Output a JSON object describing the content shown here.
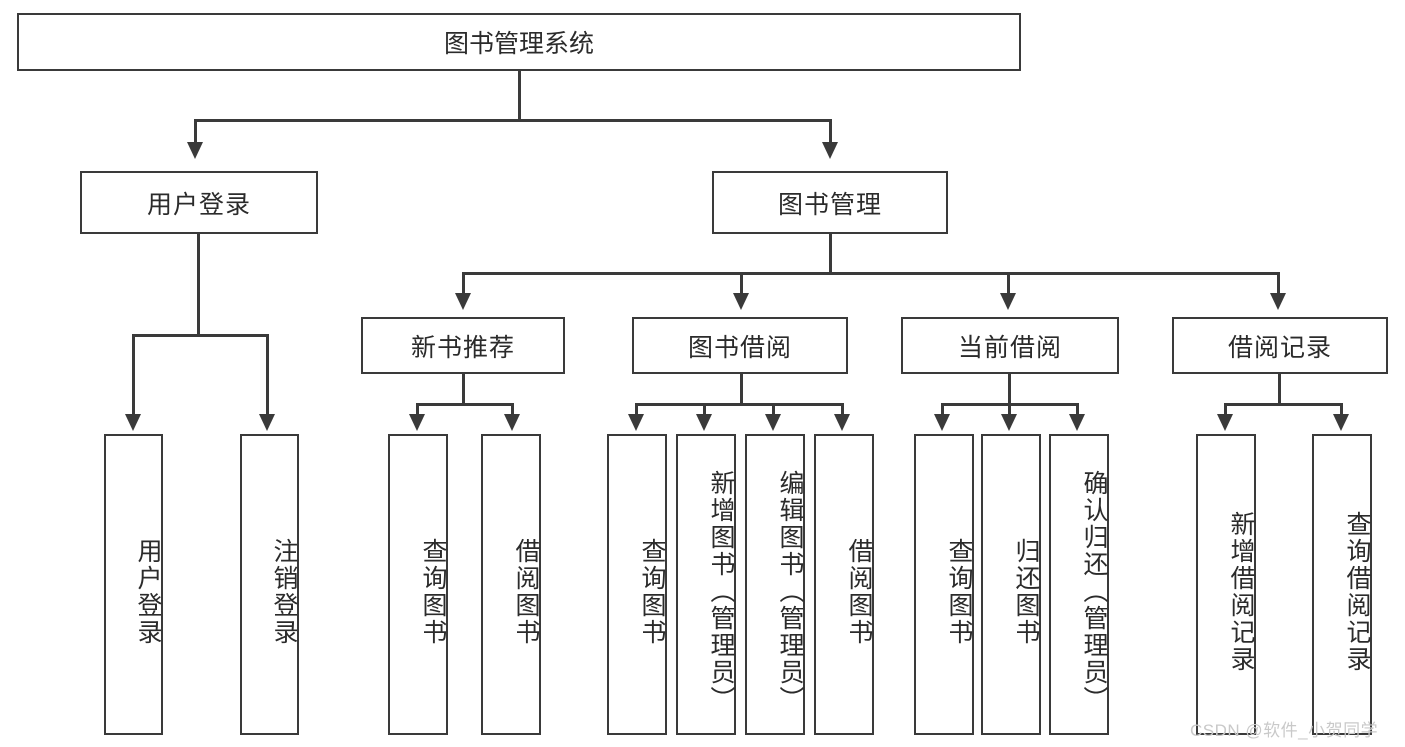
{
  "diagram": {
    "type": "tree",
    "title": "图书管理系统",
    "root": {
      "label": "图书管理系统"
    },
    "level2": [
      {
        "label": "用户登录"
      },
      {
        "label": "图书管理"
      }
    ],
    "level3": [
      {
        "label": "新书推荐"
      },
      {
        "label": "图书借阅"
      },
      {
        "label": "当前借阅"
      },
      {
        "label": "借阅记录"
      }
    ],
    "leaves": {
      "user_login": [
        {
          "label": "用户登录"
        },
        {
          "label": "注销登录"
        }
      ],
      "new_book_recommend": [
        {
          "label": "查询图书"
        },
        {
          "label": "借阅图书"
        }
      ],
      "book_borrow": [
        {
          "label": "查询图书"
        },
        {
          "label": "新增图书（管理员）"
        },
        {
          "label": "编辑图书（管理员）"
        },
        {
          "label": "借阅图书"
        }
      ],
      "current_borrow": [
        {
          "label": "查询图书"
        },
        {
          "label": "归还图书"
        },
        {
          "label": "确认归还（管理员）"
        }
      ],
      "borrow_record": [
        {
          "label": "新增借阅记录"
        },
        {
          "label": "查询借阅记录"
        }
      ]
    }
  },
  "watermark": {
    "text": "CSDN @软件_小贺同学"
  },
  "colors": {
    "stroke": "#3a3a3a",
    "text": "#2b2b2b",
    "background": "#ffffff",
    "watermark": "#c9c9c9"
  }
}
